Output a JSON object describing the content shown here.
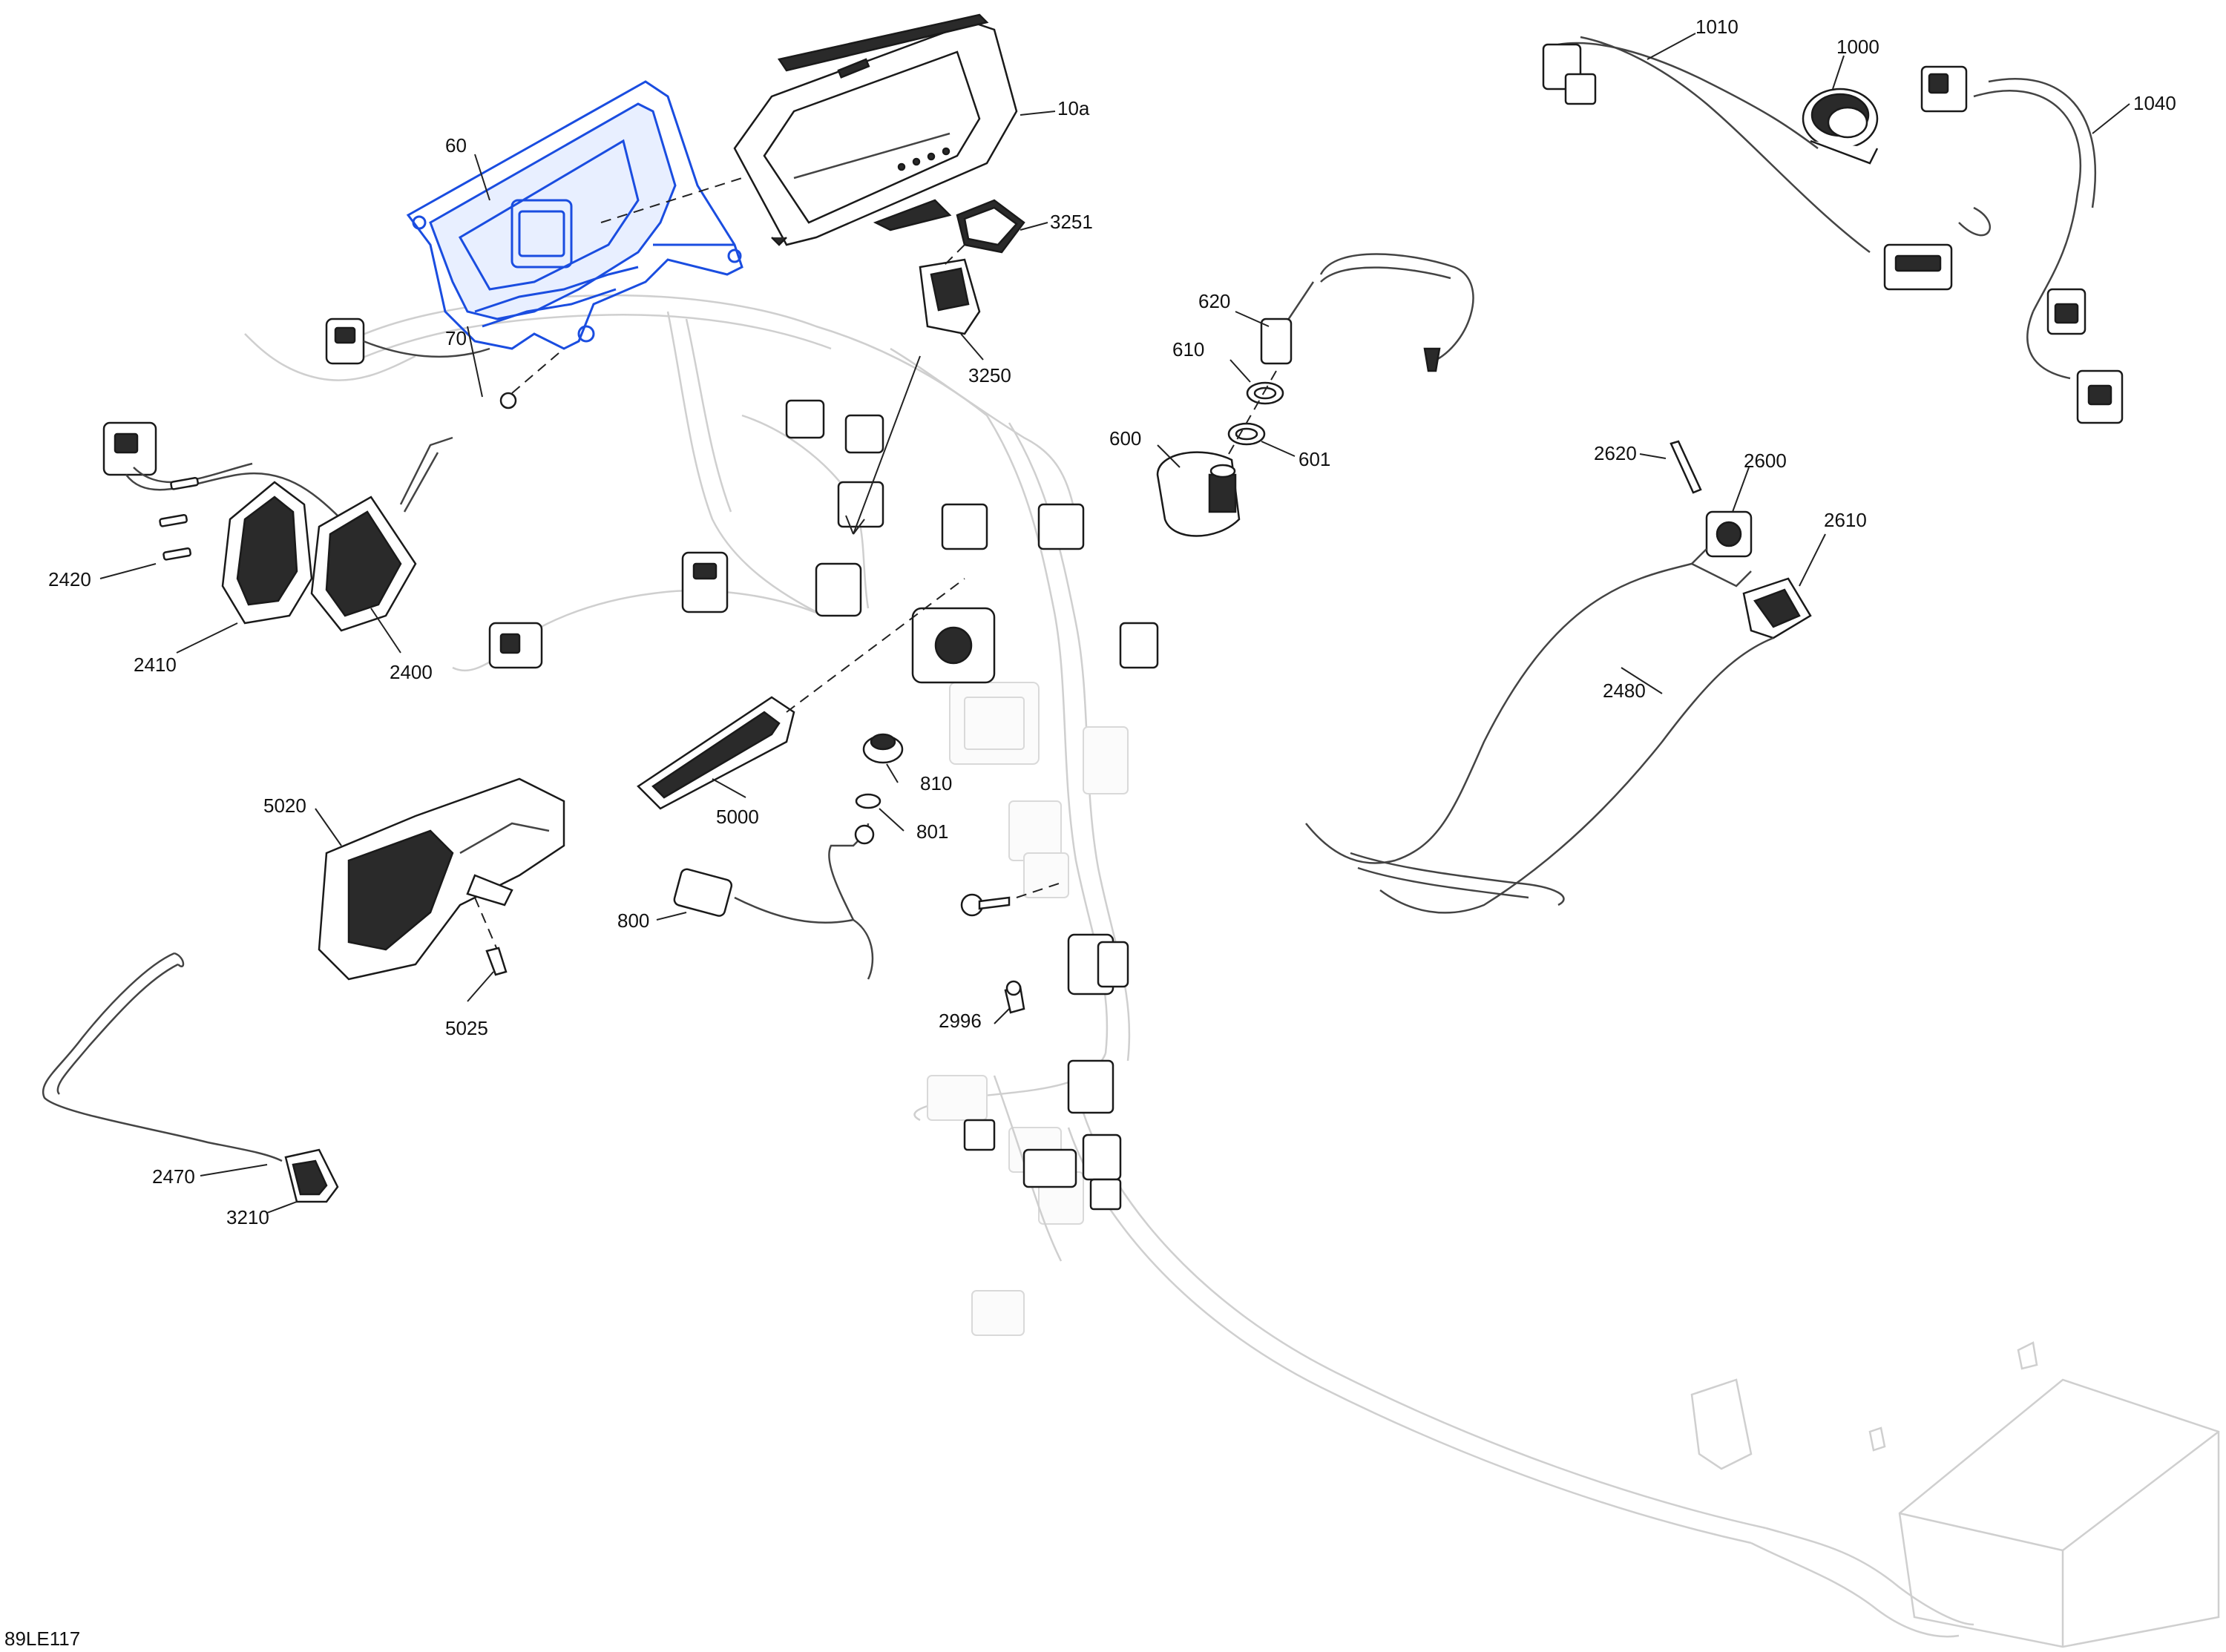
{
  "drawing_id": "89LE117",
  "parts": {
    "p60": "60",
    "p70": "70",
    "p10a": "10a",
    "p3251": "3251",
    "p3250": "3250",
    "p620": "620",
    "p610": "610",
    "p600": "600",
    "p601": "601",
    "p1010": "1010",
    "p1000": "1000",
    "p1040": "1040",
    "p2620": "2620",
    "p2600": "2600",
    "p2610": "2610",
    "p2480": "2480",
    "p2420": "2420",
    "p2410": "2410",
    "p2400": "2400",
    "p5020": "5020",
    "p5000": "5000",
    "p5025": "5025",
    "p810": "810",
    "p801": "801",
    "p800": "800",
    "p2996": "2996",
    "p2470": "2470",
    "p3210": "3210"
  },
  "colors": {
    "highlight": "#1a4de0",
    "ink": "#1a1a1a",
    "ghost": "#cfcfcf"
  }
}
